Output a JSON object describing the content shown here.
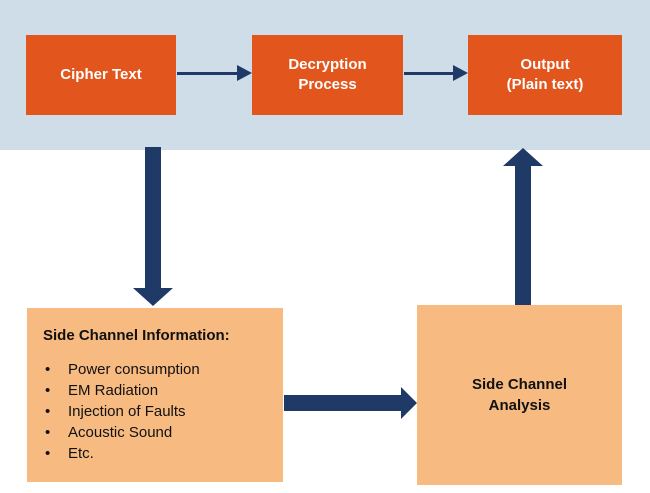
{
  "colors": {
    "band_background": "#CFDDE9",
    "node_orange": "#E2551D",
    "node_peach": "#F7BA80",
    "arrow_navy": "#1F3A66",
    "node_text_light": "#FFFFFF",
    "node_text_dark": "#111111"
  },
  "top_flow": {
    "cipher_text": {
      "label": "Cipher Text"
    },
    "decryption_process": {
      "line1": "Decryption",
      "line2": "Process"
    },
    "output": {
      "line1": "Output",
      "line2": "(Plain text)"
    }
  },
  "side_channel_info": {
    "title": "Side Channel Information:",
    "items": [
      "Power consumption",
      "EM Radiation",
      "Injection of Faults",
      "Acoustic Sound",
      "Etc."
    ]
  },
  "side_channel_analysis": {
    "line1": "Side Channel",
    "line2": "Analysis"
  },
  "arrows": [
    "cipher-text-to-decryption-process",
    "decryption-process-to-output",
    "cipher-text-to-side-channel-information",
    "side-channel-information-to-side-channel-analysis",
    "side-channel-analysis-to-output"
  ]
}
